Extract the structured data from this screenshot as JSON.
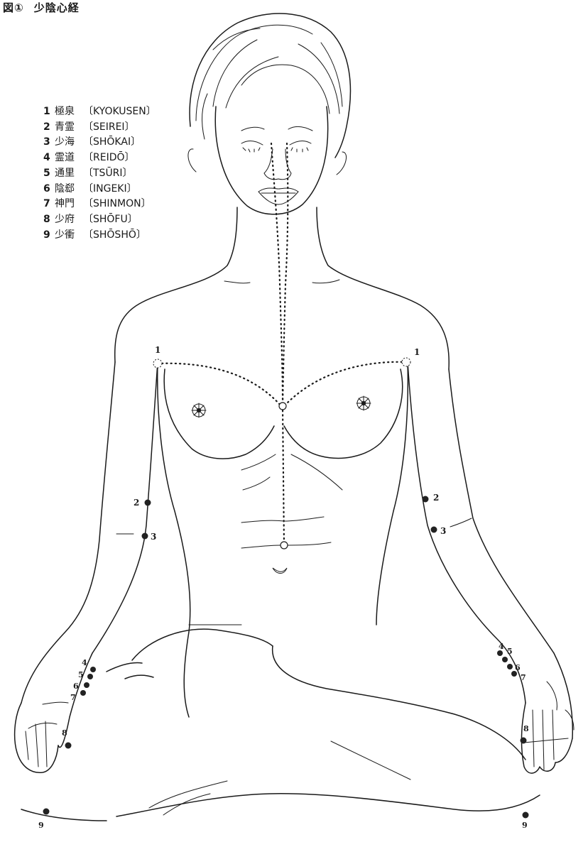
{
  "title": {
    "figure_no": "図①",
    "meridian": "少陰心経"
  },
  "points": [
    {
      "no": "1",
      "kanji": "極泉",
      "roman": "〔KYOKUSEN〕"
    },
    {
      "no": "2",
      "kanji": "青霊",
      "roman": "〔SEIREI〕"
    },
    {
      "no": "3",
      "kanji": "少海",
      "roman": "〔SHŌKAI〕"
    },
    {
      "no": "4",
      "kanji": "霊道",
      "roman": "〔REIDŌ〕"
    },
    {
      "no": "5",
      "kanji": "通里",
      "roman": "〔TSŪRI〕"
    },
    {
      "no": "6",
      "kanji": "陰郄",
      "roman": "〔INGEKI〕"
    },
    {
      "no": "7",
      "kanji": "神門",
      "roman": "〔SHINMON〕"
    },
    {
      "no": "8",
      "kanji": "少府",
      "roman": "〔SHŌFU〕"
    },
    {
      "no": "9",
      "kanji": "少衝",
      "roman": "〔SHŌSHŌ〕"
    }
  ],
  "figure_labels": {
    "l1": "1",
    "l2": "2",
    "l3": "3",
    "l4": "4",
    "l5": "5",
    "l6": "6",
    "l7": "7",
    "l8": "8",
    "l9": "9",
    "r1": "1",
    "r2": "2",
    "r3": "3",
    "r4": "4",
    "r5": "5",
    "r6": "6",
    "r7": "7",
    "r8": "8",
    "r9": "9"
  }
}
